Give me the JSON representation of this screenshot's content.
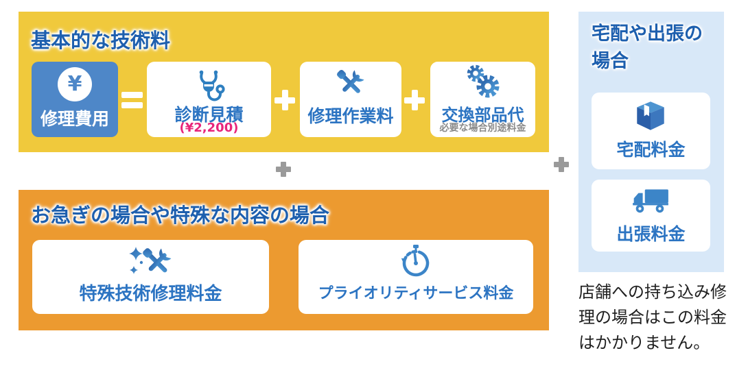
{
  "colors": {
    "yellow_panel": "#F0C93C",
    "orange_panel": "#EC9A30",
    "lightblue_panel": "#D8E8F8",
    "result_box_blue": "#4E87C8",
    "title_blue": "#1D5FAE",
    "label_blue": "#2C74C2",
    "price_pink": "#E8257B",
    "operator_gray": "#9A9A9A"
  },
  "operators": {
    "equals": "=",
    "plus": "+"
  },
  "basic_panel": {
    "title": "基本的な技術料",
    "result": {
      "currency": "¥",
      "label": "修理費用"
    },
    "items": [
      {
        "icon": "stethoscope",
        "label": "診断見積",
        "price": "(¥2,200)"
      },
      {
        "icon": "crossed-tools",
        "label": "修理作業料"
      },
      {
        "icon": "gears",
        "label": "交換部品代",
        "note": "必要な場合別途料金"
      }
    ]
  },
  "rush_panel": {
    "title": "お急ぎの場合や特殊な内容の場合",
    "items": [
      {
        "icon": "sparkle-tools",
        "label": "特殊技術修理料金"
      },
      {
        "icon": "stopwatch",
        "label": "プライオリティサービス料金"
      }
    ]
  },
  "delivery_panel": {
    "title": "宅配や出張の場合",
    "items": [
      {
        "icon": "package-box",
        "label": "宅配料金"
      },
      {
        "icon": "delivery-truck",
        "label": "出張料金"
      }
    ],
    "note": "店舗への持ち込み修理の場合はこの料金はかかりません。"
  }
}
